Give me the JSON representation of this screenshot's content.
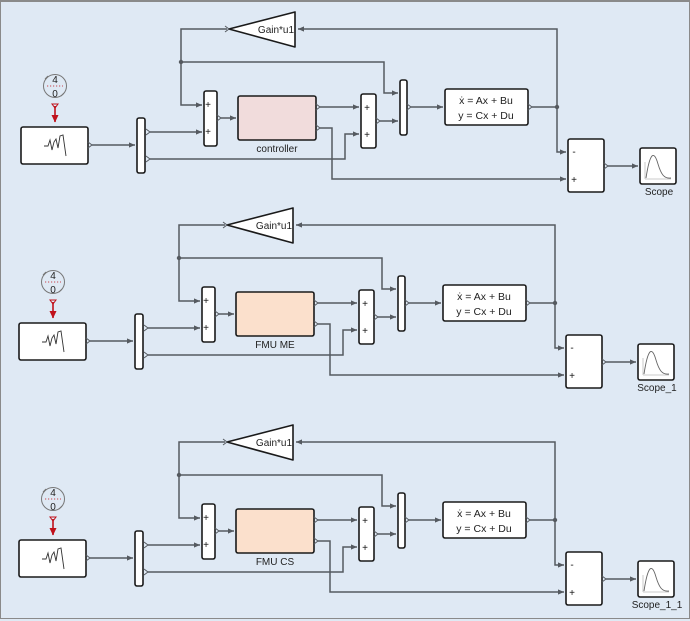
{
  "model": {
    "background_color": "#dfe9f4",
    "subsystems": [
      {
        "id": "sys1",
        "controller": {
          "label": "controller",
          "fill": "#f1dcdc"
        },
        "gain": {
          "label": "Gain*u1"
        },
        "state_space": {
          "line1": "ẋ = Ax + Bu",
          "line2": "y = Cx + Du"
        },
        "sum_inner": {
          "signs": [
            "+",
            "+"
          ]
        },
        "sum_outer": {
          "signs": [
            "+",
            "+"
          ]
        },
        "subtract": {
          "signs": [
            "-",
            "+"
          ]
        },
        "scope": {
          "label": "Scope"
        },
        "counter": {
          "upper": "4",
          "lower": "0"
        }
      },
      {
        "id": "sys2",
        "controller": {
          "label": "FMU ME",
          "fill": "#fbe0cc"
        },
        "gain": {
          "label": "Gain*u1"
        },
        "state_space": {
          "line1": "ẋ = Ax + Bu",
          "line2": "y = Cx + Du"
        },
        "sum_inner": {
          "signs": [
            "+",
            "+"
          ]
        },
        "sum_outer": {
          "signs": [
            "+",
            "+"
          ]
        },
        "subtract": {
          "signs": [
            "-",
            "+"
          ]
        },
        "scope": {
          "label": "Scope_1"
        },
        "counter": {
          "upper": "4",
          "lower": "0"
        }
      },
      {
        "id": "sys3",
        "controller": {
          "label": "FMU CS",
          "fill": "#fbe0cc"
        },
        "gain": {
          "label": "Gain*u1"
        },
        "state_space": {
          "line1": "ẋ = Ax + Bu",
          "line2": "y = Cx + Du"
        },
        "sum_inner": {
          "signs": [
            "+",
            "+"
          ]
        },
        "sum_outer": {
          "signs": [
            "+",
            "+"
          ]
        },
        "subtract": {
          "signs": [
            "-",
            "+"
          ]
        },
        "scope": {
          "label": "Scope_1_1"
        },
        "counter": {
          "upper": "4",
          "lower": "0"
        }
      }
    ],
    "colors": {
      "wire": "#555a60",
      "trigger_line": "#c0111b",
      "block_border": "#1a1a1a"
    }
  }
}
